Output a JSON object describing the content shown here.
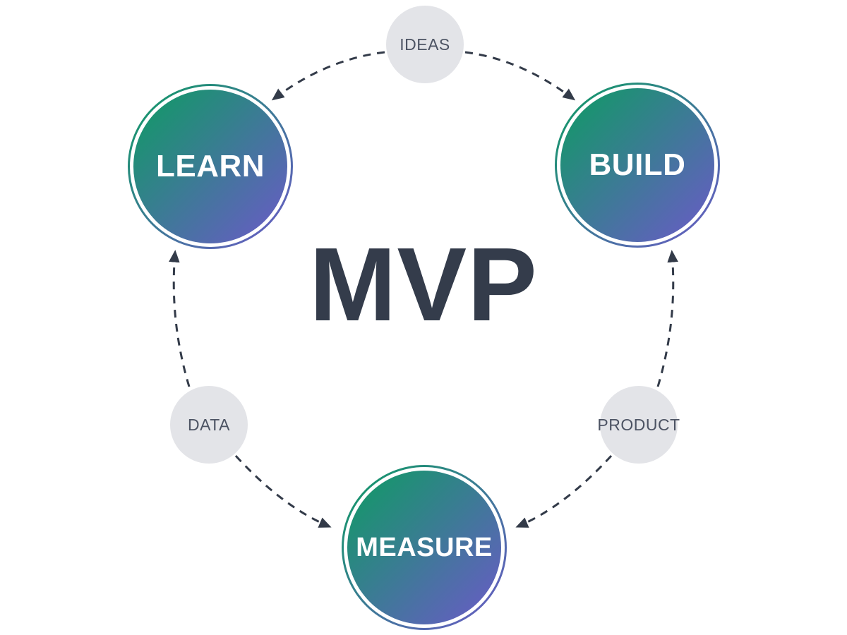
{
  "title": "MVP",
  "diagram": {
    "stages": [
      {
        "id": "learn",
        "label": "LEARN"
      },
      {
        "id": "build",
        "label": "BUILD"
      },
      {
        "id": "measure",
        "label": "MEASURE"
      }
    ],
    "artifacts": [
      {
        "id": "ideas",
        "label": "IDEAS"
      },
      {
        "id": "data",
        "label": "DATA"
      },
      {
        "id": "product",
        "label": "PRODUCT"
      }
    ],
    "connections": [
      {
        "from": "IDEAS",
        "to": "LEARN"
      },
      {
        "from": "IDEAS",
        "to": "BUILD"
      },
      {
        "from": "DATA",
        "to": "LEARN"
      },
      {
        "from": "DATA",
        "to": "MEASURE"
      },
      {
        "from": "PRODUCT",
        "to": "BUILD"
      },
      {
        "from": "PRODUCT",
        "to": "MEASURE"
      }
    ],
    "colors": {
      "stage_gradient_start": "#0D9C62",
      "stage_gradient_end": "#6C59C9",
      "artifact_fill": "#E3E4E8",
      "artifact_text": "#4C5363",
      "arrow": "#333B49",
      "title_text": "#343C4B",
      "background": "#FFFFFF"
    }
  }
}
